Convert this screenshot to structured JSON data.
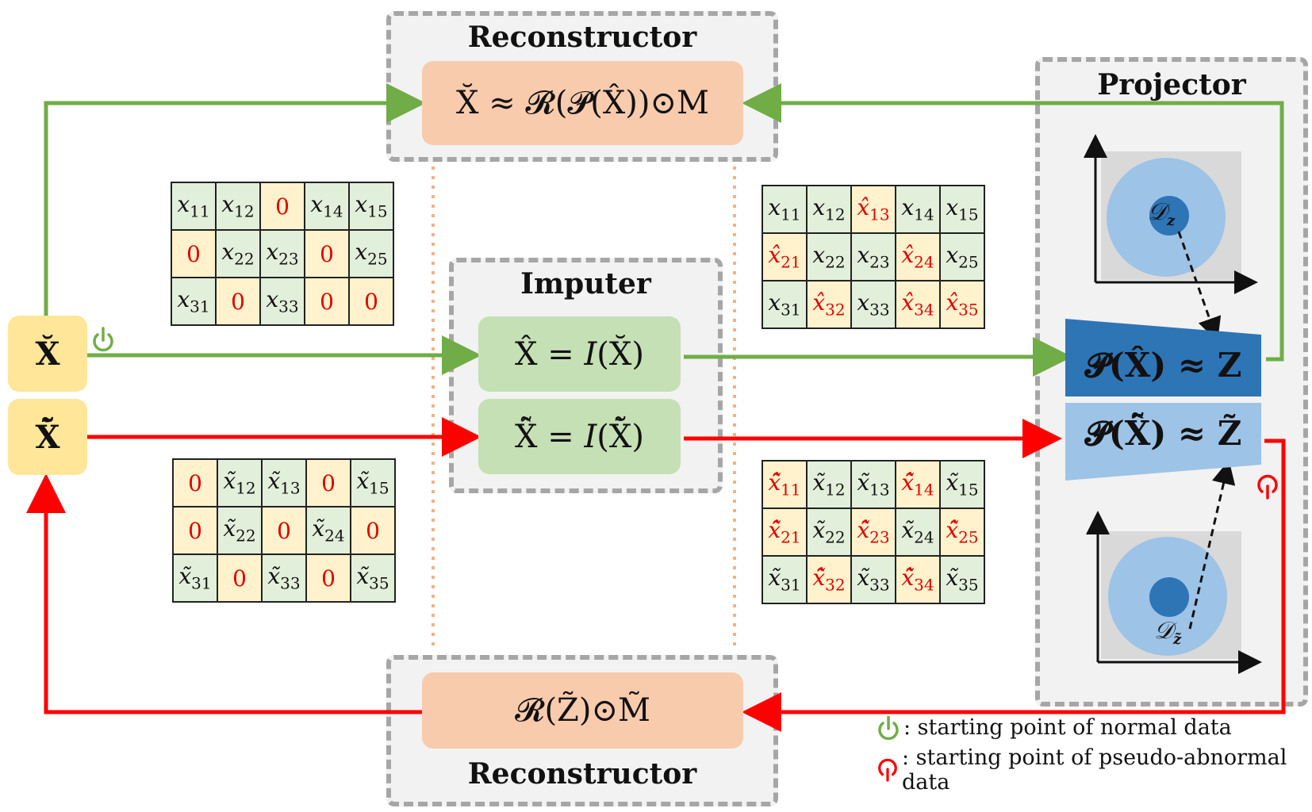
{
  "panels": {
    "reconstructor_top": "Reconstructor",
    "imputer": "Imputer",
    "projector": "Projector",
    "reconstructor_bottom": "Reconstructor"
  },
  "formulas": {
    "recon_top": "X̆ ≈ 𝓡(𝓟(X̂))⊙M",
    "imputer_normal": "X̂ = 𝐼(X̆)",
    "imputer_abnormal": "X̂̃ = 𝐼(X̆̃)",
    "proj_normal": "𝓟(X̂) ≈ Z",
    "proj_abnormal": "𝓟(X̂̃) ≈ Z̃",
    "recon_bottom": "𝓡(Z̃)⊙M̃",
    "input_normal": "X̆",
    "input_abnormal": "X̆̃"
  },
  "distributions": {
    "normal": "𝒟",
    "normal_sub": "z",
    "abnormal": "𝒟",
    "abnormal_sub": "z̃"
  },
  "matrices": {
    "normal_masked": [
      [
        {
          "t": "x",
          "s": "11"
        },
        {
          "t": "x",
          "s": "12"
        },
        {
          "t": "0",
          "m": true
        },
        {
          "t": "x",
          "s": "14"
        },
        {
          "t": "x",
          "s": "15"
        }
      ],
      [
        {
          "t": "0",
          "m": true
        },
        {
          "t": "x",
          "s": "22"
        },
        {
          "t": "x",
          "s": "23"
        },
        {
          "t": "0",
          "m": true
        },
        {
          "t": "x",
          "s": "25"
        }
      ],
      [
        {
          "t": "x",
          "s": "31"
        },
        {
          "t": "0",
          "m": true
        },
        {
          "t": "x",
          "s": "33"
        },
        {
          "t": "0",
          "m": true
        },
        {
          "t": "0",
          "m": true
        }
      ]
    ],
    "normal_imputed": [
      [
        {
          "t": "x",
          "s": "11"
        },
        {
          "t": "x",
          "s": "12"
        },
        {
          "t": "x̂",
          "s": "13",
          "m": true
        },
        {
          "t": "x",
          "s": "14"
        },
        {
          "t": "x",
          "s": "15"
        }
      ],
      [
        {
          "t": "x̂",
          "s": "21",
          "m": true
        },
        {
          "t": "x",
          "s": "22"
        },
        {
          "t": "x",
          "s": "23"
        },
        {
          "t": "x̂",
          "s": "24",
          "m": true
        },
        {
          "t": "x",
          "s": "25"
        }
      ],
      [
        {
          "t": "x",
          "s": "31"
        },
        {
          "t": "x̂",
          "s": "32",
          "m": true
        },
        {
          "t": "x",
          "s": "33"
        },
        {
          "t": "x̂",
          "s": "34",
          "m": true
        },
        {
          "t": "x̂",
          "s": "35",
          "m": true
        }
      ]
    ],
    "abnormal_masked": [
      [
        {
          "t": "0",
          "m": true
        },
        {
          "t": "x̃",
          "s": "12"
        },
        {
          "t": "x̃",
          "s": "13"
        },
        {
          "t": "0",
          "m": true
        },
        {
          "t": "x̃",
          "s": "15"
        }
      ],
      [
        {
          "t": "0",
          "m": true
        },
        {
          "t": "x̃",
          "s": "22"
        },
        {
          "t": "0",
          "m": true
        },
        {
          "t": "x̃",
          "s": "24"
        },
        {
          "t": "0",
          "m": true
        }
      ],
      [
        {
          "t": "x̃",
          "s": "31"
        },
        {
          "t": "0",
          "m": true
        },
        {
          "t": "x̃",
          "s": "33"
        },
        {
          "t": "0",
          "m": true
        },
        {
          "t": "x̃",
          "s": "35"
        }
      ]
    ],
    "abnormal_imputed": [
      [
        {
          "t": "x̂̃",
          "s": "11",
          "m": true
        },
        {
          "t": "x̃",
          "s": "12"
        },
        {
          "t": "x̃",
          "s": "13"
        },
        {
          "t": "x̂̃",
          "s": "14",
          "m": true
        },
        {
          "t": "x̃",
          "s": "15"
        }
      ],
      [
        {
          "t": "x̂̃",
          "s": "21",
          "m": true
        },
        {
          "t": "x̃",
          "s": "22"
        },
        {
          "t": "x̂̃",
          "s": "23",
          "m": true
        },
        {
          "t": "x̃",
          "s": "24"
        },
        {
          "t": "x̂̃",
          "s": "25",
          "m": true
        }
      ],
      [
        {
          "t": "x̃",
          "s": "31"
        },
        {
          "t": "x̂̃",
          "s": "32",
          "m": true
        },
        {
          "t": "x̃",
          "s": "33"
        },
        {
          "t": "x̂̃",
          "s": "34",
          "m": true
        },
        {
          "t": "x̃",
          "s": "35"
        }
      ]
    ]
  },
  "legend": {
    "normal": ": starting point of normal data",
    "abnormal": ": starting point of pseudo-abnormal data"
  },
  "colors": {
    "normal_arrow": "#70ad47",
    "abnormal_arrow": "#ff0000",
    "proj_dark": "#2e75b6",
    "proj_light": "#9dc3e6"
  }
}
